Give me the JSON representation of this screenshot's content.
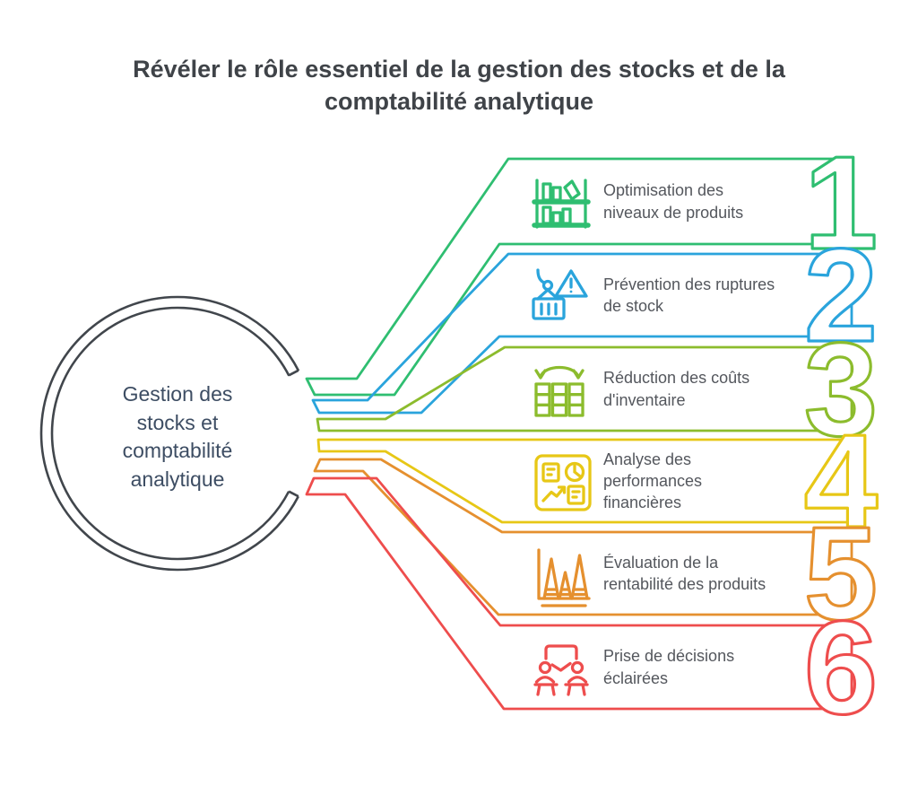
{
  "title": "Révéler le rôle essentiel de la gestion des stocks et de la comptabilité analytique",
  "hub": {
    "label": "Gestion des stocks et comptabilité analytique",
    "outline_color": "#41464c",
    "text_color": "#3d4d63"
  },
  "items": [
    {
      "number": "1",
      "label": "Optimisation des niveaux de produits",
      "color": "#2fbe71",
      "icon": "bookshelf-icon"
    },
    {
      "number": "2",
      "label": "Prévention des ruptures de stock",
      "color": "#2aa4dc",
      "icon": "crane-alert-icon"
    },
    {
      "number": "3",
      "label": "Réduction des coûts d'inventaire",
      "color": "#8cbc2d",
      "icon": "stock-columns-icon"
    },
    {
      "number": "4",
      "label": "Analyse des performances financières",
      "color": "#e7c716",
      "icon": "financial-report-icon"
    },
    {
      "number": "5",
      "label": "Évaluation de la rentabilité des produits",
      "color": "#e5902f",
      "icon": "profit-peaks-icon"
    },
    {
      "number": "6",
      "label": "Prise de décisions éclairées",
      "color": "#ee4d4d",
      "icon": "decision-meeting-icon"
    }
  ],
  "colors": {
    "title_text": "#3f4348",
    "body_text": "#54575d",
    "background": "#ffffff"
  }
}
